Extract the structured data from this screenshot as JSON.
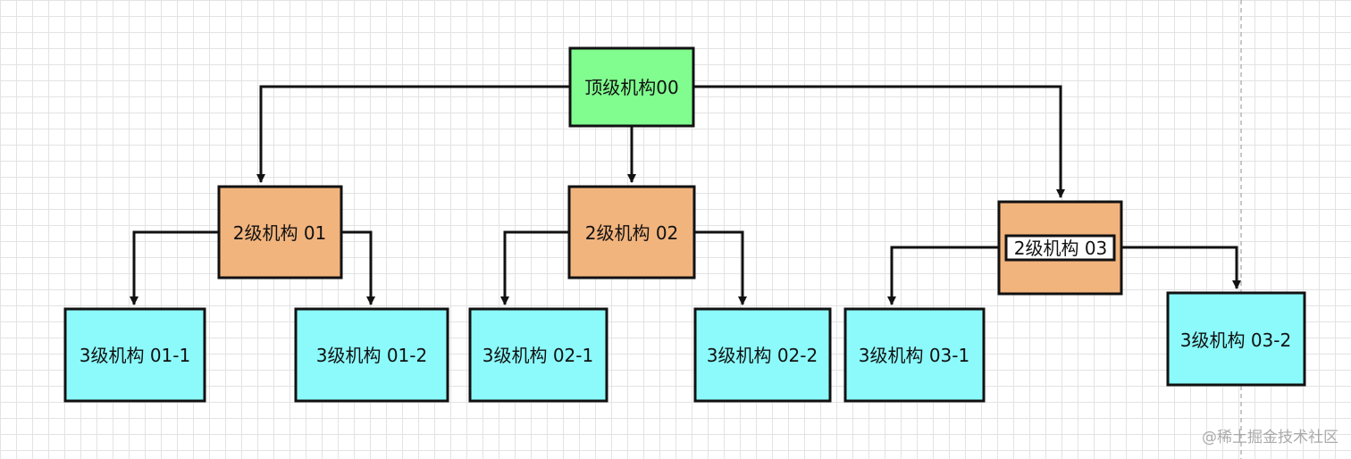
{
  "nodes": {
    "top": {
      "label": "顶级机构00",
      "fill": "#80fd8e"
    },
    "l2_01": {
      "label": "2级机构 01",
      "fill": "#f2b47d"
    },
    "l2_02": {
      "label": "2级机构 02",
      "fill": "#f2b47d"
    },
    "l2_03": {
      "label": "2级机构 03",
      "fill": "#f2b47d"
    },
    "l3_011": {
      "label": "3级机构 01-1",
      "fill": "#8cfafb"
    },
    "l3_012": {
      "label": "3级机构 01-2",
      "fill": "#8cfafb"
    },
    "l3_021": {
      "label": "3级机构 02-1",
      "fill": "#8cfafb"
    },
    "l3_022": {
      "label": "3级机构 02-2",
      "fill": "#8cfafb"
    },
    "l3_031": {
      "label": "3级机构 03-1",
      "fill": "#8cfafb"
    },
    "l3_032": {
      "label": "3级机构 03-2",
      "fill": "#8cfafb"
    }
  },
  "edges": [
    {
      "from": "top",
      "to": "l2_01"
    },
    {
      "from": "top",
      "to": "l2_02"
    },
    {
      "from": "top",
      "to": "l2_03"
    },
    {
      "from": "l2_01",
      "to": "l3_011"
    },
    {
      "from": "l2_01",
      "to": "l3_012"
    },
    {
      "from": "l2_02",
      "to": "l3_021"
    },
    {
      "from": "l2_02",
      "to": "l3_022"
    },
    {
      "from": "l2_03",
      "to": "l3_031"
    },
    {
      "from": "l2_03",
      "to": "l3_032"
    }
  ],
  "watermark": "@稀土掘金技术社区"
}
